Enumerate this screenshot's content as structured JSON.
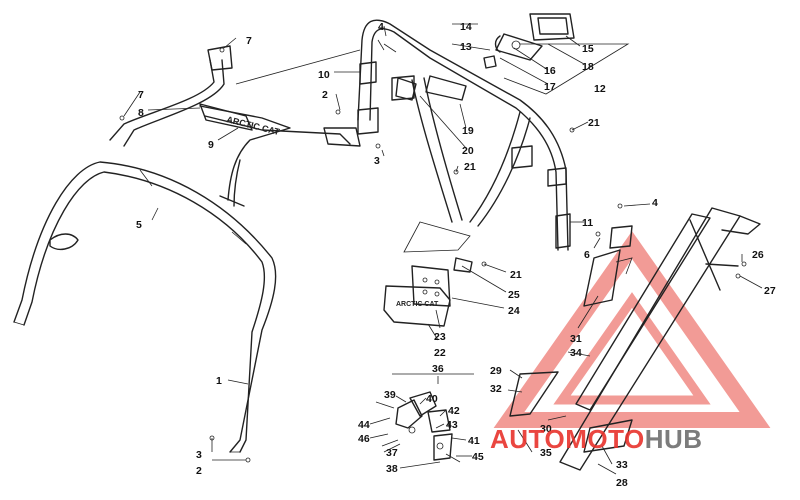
{
  "diagram": {
    "callouts": [
      {
        "id": "c1",
        "label": "1"
      },
      {
        "id": "c2a",
        "label": "2"
      },
      {
        "id": "c2b",
        "label": "2"
      },
      {
        "id": "c3a",
        "label": "3"
      },
      {
        "id": "c3b",
        "label": "3"
      },
      {
        "id": "c4a",
        "label": "4"
      },
      {
        "id": "c4b",
        "label": "4"
      },
      {
        "id": "c5",
        "label": "5"
      },
      {
        "id": "c6",
        "label": "6"
      },
      {
        "id": "c7a",
        "label": "7"
      },
      {
        "id": "c7b",
        "label": "7"
      },
      {
        "id": "c8",
        "label": "8"
      },
      {
        "id": "c9",
        "label": "9"
      },
      {
        "id": "c10",
        "label": "10"
      },
      {
        "id": "c11",
        "label": "11"
      },
      {
        "id": "c12",
        "label": "12"
      },
      {
        "id": "c13",
        "label": "13"
      },
      {
        "id": "c14",
        "label": "14"
      },
      {
        "id": "c15",
        "label": "15"
      },
      {
        "id": "c16",
        "label": "16"
      },
      {
        "id": "c17",
        "label": "17"
      },
      {
        "id": "c18",
        "label": "18"
      },
      {
        "id": "c19",
        "label": "19"
      },
      {
        "id": "c20",
        "label": "20"
      },
      {
        "id": "c21a",
        "label": "21"
      },
      {
        "id": "c21b",
        "label": "21"
      },
      {
        "id": "c21c",
        "label": "21"
      },
      {
        "id": "c22",
        "label": "22"
      },
      {
        "id": "c23",
        "label": "23"
      },
      {
        "id": "c24",
        "label": "24"
      },
      {
        "id": "c25",
        "label": "25"
      },
      {
        "id": "c26",
        "label": "26"
      },
      {
        "id": "c27",
        "label": "27"
      },
      {
        "id": "c28",
        "label": "28"
      },
      {
        "id": "c29",
        "label": "29"
      },
      {
        "id": "c30",
        "label": "30"
      },
      {
        "id": "c31",
        "label": "31"
      },
      {
        "id": "c32",
        "label": "32"
      },
      {
        "id": "c33",
        "label": "33"
      },
      {
        "id": "c34",
        "label": "34"
      },
      {
        "id": "c35",
        "label": "35"
      },
      {
        "id": "c36",
        "label": "36"
      },
      {
        "id": "c37",
        "label": "37"
      },
      {
        "id": "c38",
        "label": "38"
      },
      {
        "id": "c39",
        "label": "39"
      },
      {
        "id": "c40",
        "label": "40"
      },
      {
        "id": "c41",
        "label": "41"
      },
      {
        "id": "c42",
        "label": "42"
      },
      {
        "id": "c43",
        "label": "43"
      },
      {
        "id": "c44",
        "label": "44"
      },
      {
        "id": "c45",
        "label": "45"
      },
      {
        "id": "c46",
        "label": "46"
      }
    ],
    "brand_plate_text": "ARCTIC CAT",
    "tag_plate_text": "ARCTIC CAT"
  },
  "watermark": {
    "text": "AUTOMOTOHUB",
    "color_red": "#e8322c",
    "color_gray": "#6e6e6e"
  }
}
